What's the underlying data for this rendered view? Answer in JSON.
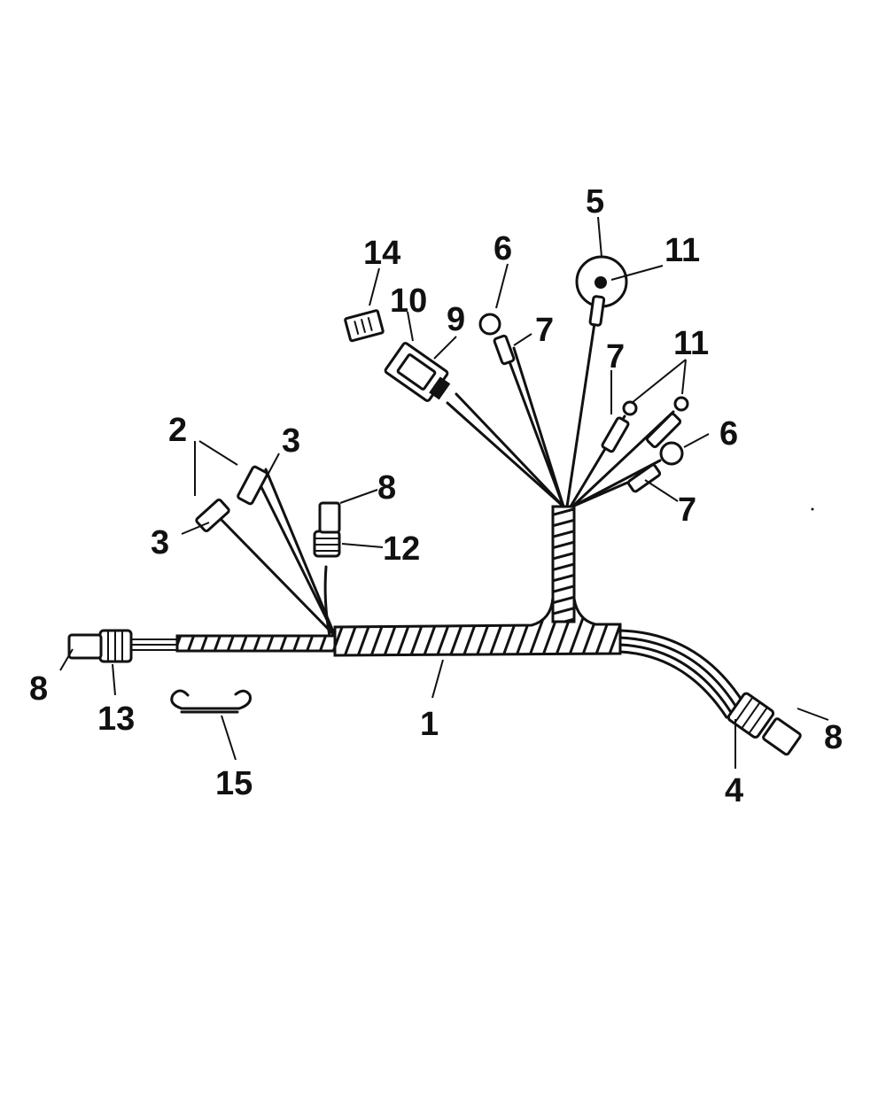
{
  "diagram": {
    "callouts": {
      "c1": "1",
      "c2": "2",
      "c3a": "3",
      "c3b": "3",
      "c4": "4",
      "c5": "5",
      "c6a": "6",
      "c6b": "6",
      "c7a": "7",
      "c7b": "7",
      "c7c": "7",
      "c8a": "8",
      "c8b": "8",
      "c8c": "8",
      "c9": "9",
      "c10": "10",
      "c11a": "11",
      "c11b": "11",
      "c12": "12",
      "c13": "13",
      "c14": "14",
      "c15": "15"
    }
  }
}
